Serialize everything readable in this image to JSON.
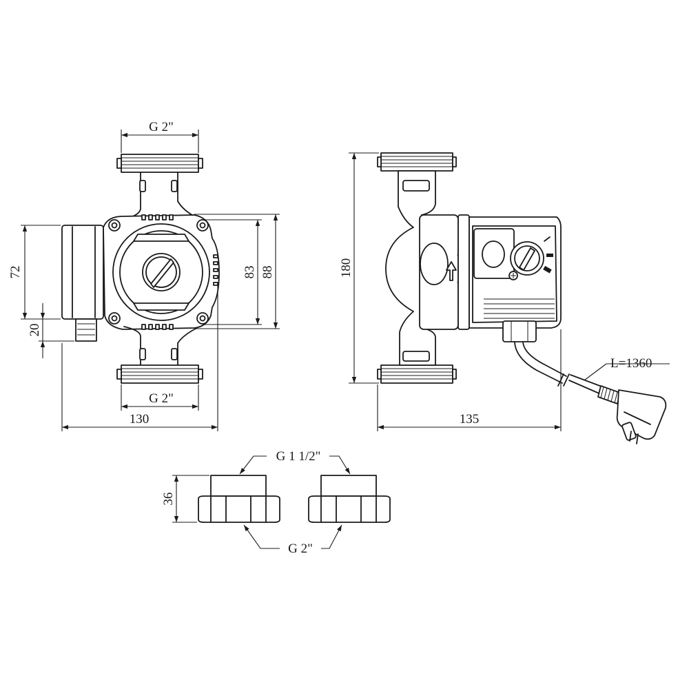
{
  "dimensions": {
    "front_thread_top": "G 2\"",
    "front_thread_bottom": "G 2\"",
    "front_width": "130",
    "front_height_72": "72",
    "front_height_20": "20",
    "front_height_83": "83",
    "front_height_88": "88",
    "side_height": "180",
    "side_width": "135",
    "cable_length": "L=1360",
    "union_height": "36",
    "union_inner_thread": "G 1 1/2\"",
    "union_outer_thread": "G 2\""
  }
}
